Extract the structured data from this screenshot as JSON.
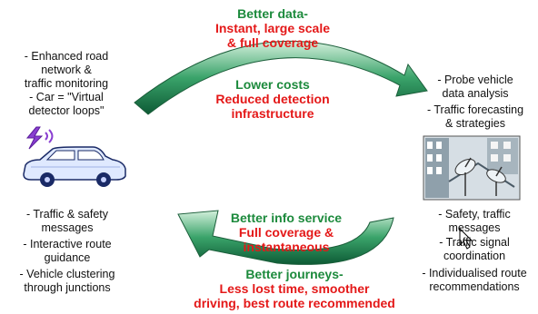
{
  "top_flow": {
    "data_heading": "Better data-",
    "data_lines": [
      "Instant, large scale",
      "& full coverage"
    ],
    "cost_heading": "Lower costs",
    "cost_lines": [
      "Reduced detection",
      "infrastructure"
    ]
  },
  "bottom_flow": {
    "service_heading": "Better info service",
    "service_lines": [
      "Full coverage &",
      "instantaneous"
    ],
    "journey_heading": "Better journeys-",
    "journey_lines": [
      "Less lost time, smoother",
      "driving, best route recommended"
    ]
  },
  "vehicle_list": {
    "items": [
      [
        "- Enhanced road",
        "network &",
        "traffic monitoring"
      ],
      [
        "- Car = \"Virtual",
        "detector loops\""
      ]
    ]
  },
  "driver_list": {
    "items": [
      [
        "- Traffic & safety",
        "messages"
      ],
      [
        "- Interactive route",
        "guidance"
      ],
      [
        "- Vehicle clustering",
        "through junctions"
      ]
    ]
  },
  "center_top_list": {
    "items": [
      [
        "- Probe vehicle",
        "data analysis"
      ],
      [
        "- Traffic forecasting",
        "& strategies"
      ]
    ]
  },
  "center_bottom_list": {
    "items": [
      [
        "- Safety, traffic",
        "messages"
      ],
      [
        "- Traffic signal",
        "coordination"
      ],
      [
        "- Individualised route",
        "recommendations"
      ]
    ]
  },
  "icons": [
    "car-icon",
    "wireless-signal-icon",
    "traffic-center-icon",
    "mouse-cursor-icon"
  ],
  "colors": {
    "heading_green": "#1c8a3c",
    "heading_red": "#e41818",
    "arrow_green": "#2e8b57"
  }
}
